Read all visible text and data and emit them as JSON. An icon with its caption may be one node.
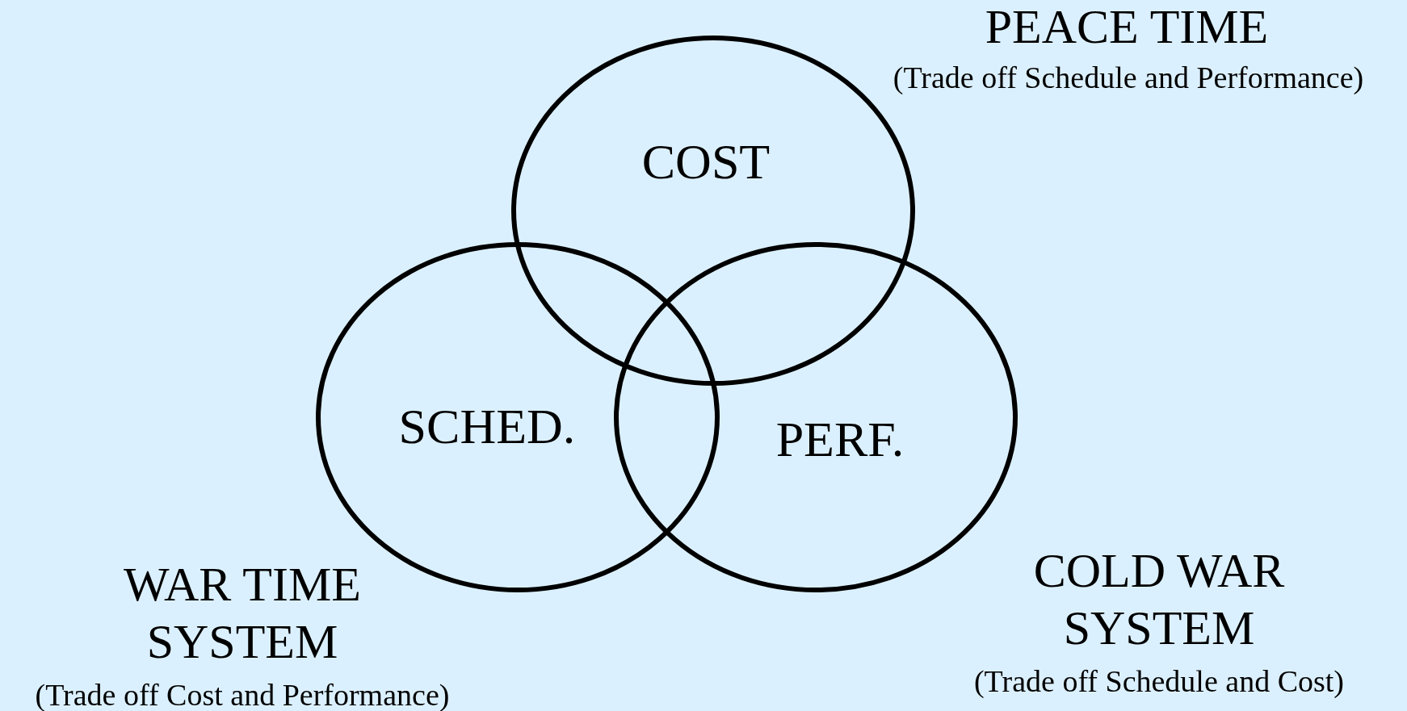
{
  "diagram": {
    "nodes": [
      {
        "text": [
          "COST"
        ]
      },
      {
        "text": [
          "SCHED."
        ]
      },
      {
        "text": [
          "PERF."
        ]
      }
    ],
    "labels": [
      "PEACE TIME",
      "(Trade off Schedule and Performance)",
      "WAR TIME SYSTEM",
      "(Trade off Cost and Performance)",
      "COLD WAR SYSTEM",
      "(Trade off Schedule and Cost)"
    ]
  }
}
